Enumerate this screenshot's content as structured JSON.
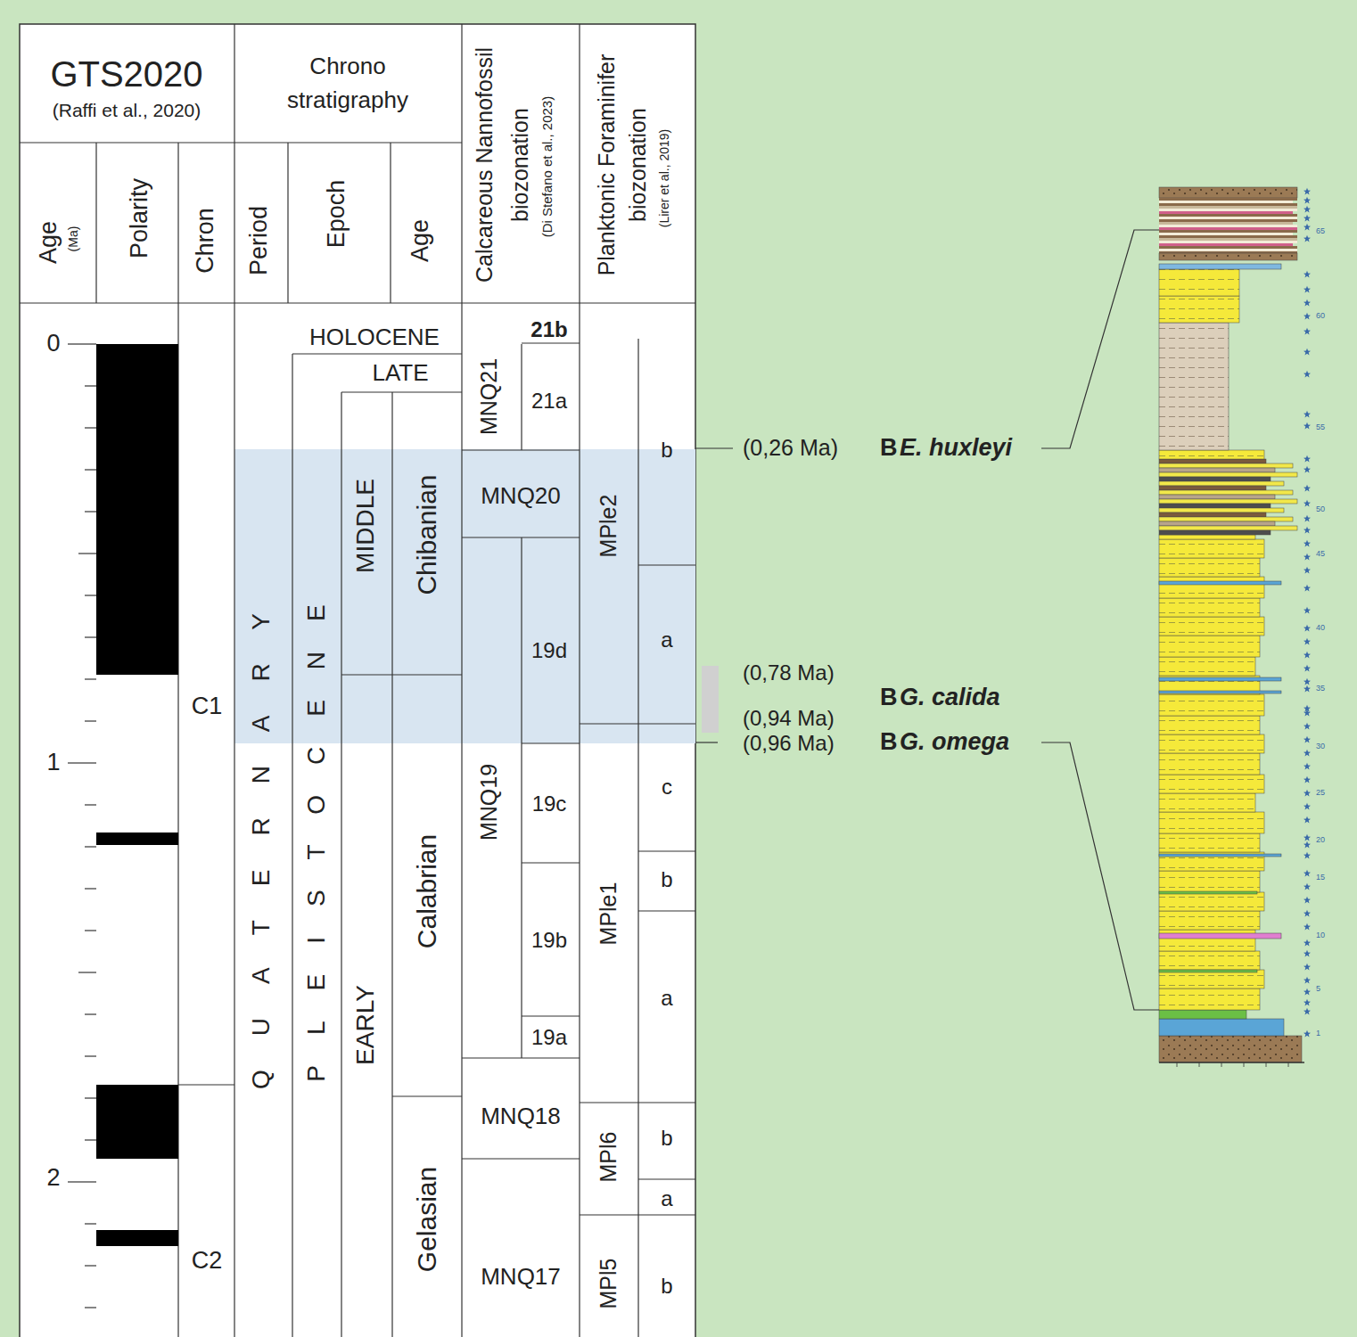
{
  "diagram": {
    "labels": [
      "GTS2020",
      "(Raffi et al., 2020)",
      "Chrono stratigraphy",
      "Calcareous Nannofossil biozonation",
      "(Di Stefano et al., 2023)",
      "Planktonic Foraminifer biozonation",
      "(Lirer et al., 2019)",
      "Age",
      "(Ma)",
      "Polarity",
      "Chron",
      "Period",
      "Epoch",
      "Age",
      "0",
      "1",
      "2",
      "C1",
      "C2",
      "QUATERNARY",
      "HOLOCENE",
      "LATE",
      "PLEISTOCENE",
      "MIDDLE",
      "EARLY",
      "Chibanian",
      "Calabrian",
      "Gelasian",
      "MNQ21",
      "21b",
      "21a",
      "MNQ20",
      "MNQ19",
      "19d",
      "19c",
      "19b",
      "19a",
      "MNQ18",
      "MNQ17",
      "MPle2",
      "b",
      "a",
      "MPle1",
      "c",
      "b",
      "a",
      "MPl6",
      "b",
      "a",
      "MPl5",
      "b",
      "(0,26 Ma)",
      "B",
      "E. huxleyi",
      "(0,78 Ma)",
      "(0,94 Ma)",
      "(0,96 Ma)",
      "B",
      "G. calida",
      "B",
      "G. omega",
      "65",
      "60",
      "55",
      "50",
      "45",
      "40",
      "35",
      "30",
      "25",
      "20",
      "15",
      "10",
      "5",
      "1"
    ]
  }
}
